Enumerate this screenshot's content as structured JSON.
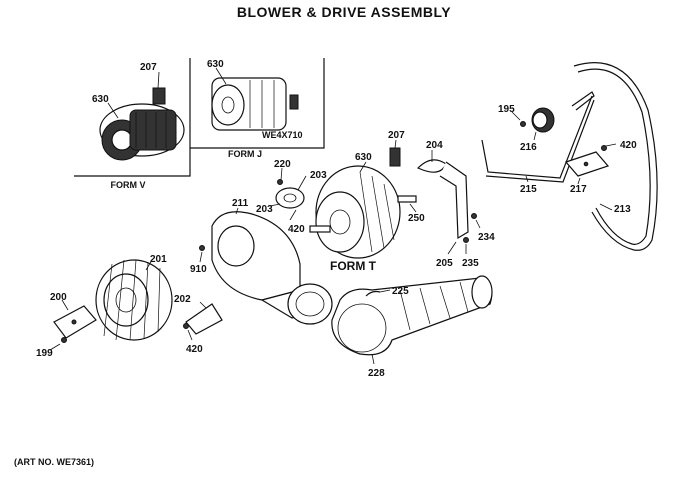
{
  "title": "BLOWER & DRIVE ASSEMBLY",
  "art_number": "(ART NO. WE7361)",
  "forms": {
    "form_v": "FORM V",
    "form_j": "FORM J",
    "form_t": "FORM T",
    "kit": "WE4X710"
  },
  "callouts": {
    "c630_v": "630",
    "c207_v": "207",
    "c630_j": "630",
    "c220": "220",
    "c203_top": "203",
    "c203_left": "203",
    "c420_mid": "420",
    "c630_t": "630",
    "c207_t": "207",
    "c204": "204",
    "c250": "250",
    "c234": "234",
    "c205": "205",
    "c235": "235",
    "c195": "195",
    "c216": "216",
    "c215": "215",
    "c420_right": "420",
    "c217": "217",
    "c213": "213",
    "c211": "211",
    "c201": "201",
    "c910": "910",
    "c200": "200",
    "c202": "202",
    "c199": "199",
    "c420_bottom": "420",
    "c225": "225",
    "c228": "228"
  }
}
